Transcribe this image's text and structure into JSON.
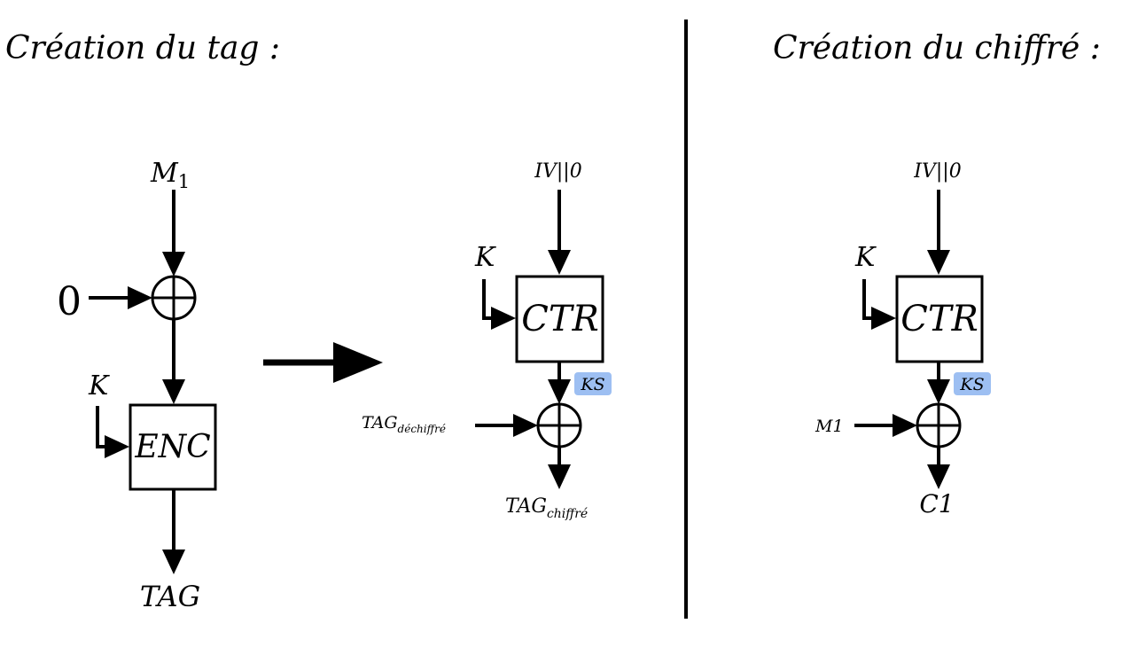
{
  "titles": {
    "tag": "Création du tag  :",
    "cipher": "Création du chiffré  :"
  },
  "diagram_tag": {
    "input_m": "M",
    "input_m_sub": "1",
    "zero": "0",
    "key": "K",
    "block": "ENC",
    "output": "TAG"
  },
  "diagram_tag_ctr": {
    "iv": "IV||0",
    "key": "K",
    "block": "CTR",
    "keystream": "KS",
    "input": "TAG",
    "input_sub": "déchiffré",
    "output": "TAG",
    "output_sub": "chiffré"
  },
  "diagram_cipher": {
    "iv": "IV||0",
    "key": "K",
    "block": "CTR",
    "keystream": "KS",
    "input": "M1",
    "output": "C1"
  }
}
